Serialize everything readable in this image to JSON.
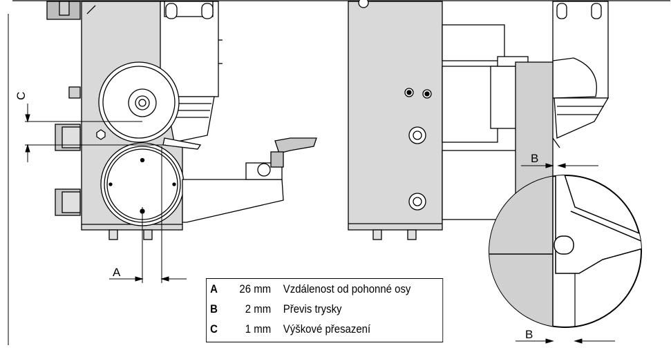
{
  "dimension_labels": {
    "c_vertical": "C",
    "a_bottom": "A",
    "b_top": "B",
    "b_bottom": "B"
  },
  "legend": [
    {
      "key": "A",
      "value": "26 mm",
      "description": "Vzdálenost od pohonné osy"
    },
    {
      "key": "B",
      "value": "2 mm",
      "description": "Převis trysky"
    },
    {
      "key": "C",
      "value": "1 mm",
      "description": "Výškové přesazení"
    }
  ],
  "colors": {
    "line": "#000000",
    "body_fill": "#d9d9d9",
    "dark_fill": "#a8a8a8",
    "background": "#ffffff"
  }
}
